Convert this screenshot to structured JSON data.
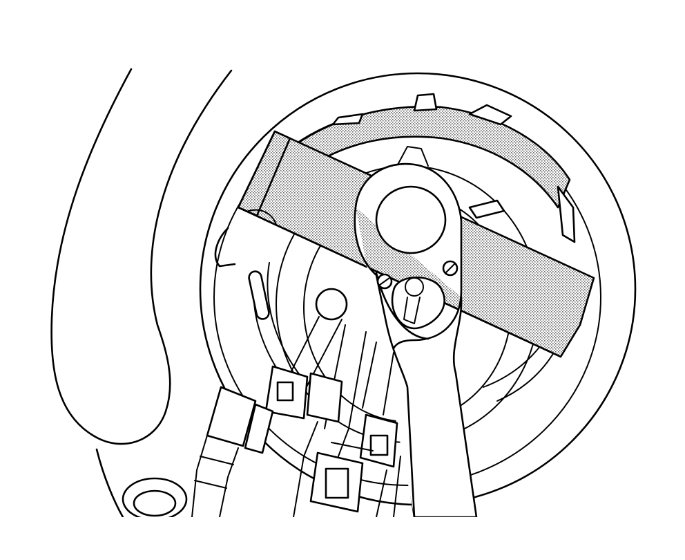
{
  "figure": {
    "kind": "technical-line-illustration",
    "line_color": "#000000",
    "background_color": "#ffffff",
    "shading": "stippled-gray",
    "components": [
      "housing-outline",
      "lower-mount-boss",
      "lock-ring",
      "spanner-wrench-tool",
      "ratchet-handle",
      "fuel-line-connectors"
    ]
  }
}
